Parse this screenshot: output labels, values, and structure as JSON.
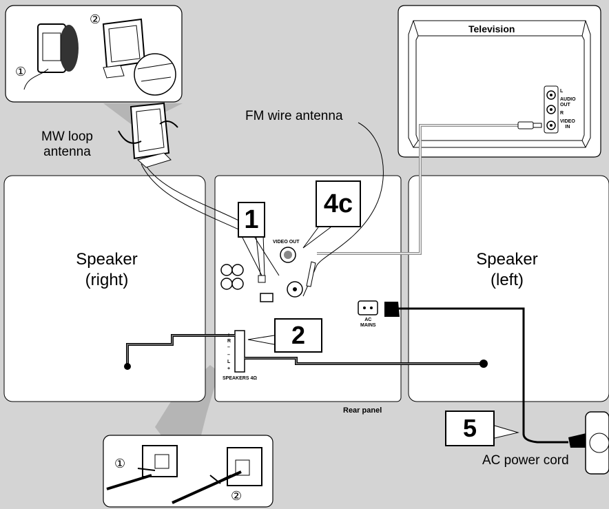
{
  "tv": {
    "title": "Television",
    "audio_l": "L",
    "audio_out": "AUDIO\nOUT",
    "audio_r": "R",
    "video_in": "VIDEO\nIN"
  },
  "antennas": {
    "mw_loop": "MW loop\nantenna",
    "fm_wire": "FM wire antenna"
  },
  "speakers": {
    "right": "Speaker\n(right)",
    "left": "Speaker\n(left)"
  },
  "rear_panel": {
    "label": "Rear panel",
    "video_out": "VIDEO OUT",
    "ac_mains": "AC\nMAINS",
    "speakers_terminal": "SPEAKERS 4Ω",
    "terminal_marks": [
      "+",
      "R",
      "–",
      "–",
      "L",
      "+"
    ]
  },
  "steps": [
    "1",
    "4c",
    "2",
    "5"
  ],
  "circled_numbers": [
    "①",
    "②",
    "①",
    "②"
  ],
  "power": {
    "label": "AC power cord"
  },
  "colors": {
    "background": "#d4d4d4",
    "panel": "#ffffff",
    "line": "#000000",
    "cable": "#8a8a8a",
    "callout": "#b5b5b5"
  }
}
